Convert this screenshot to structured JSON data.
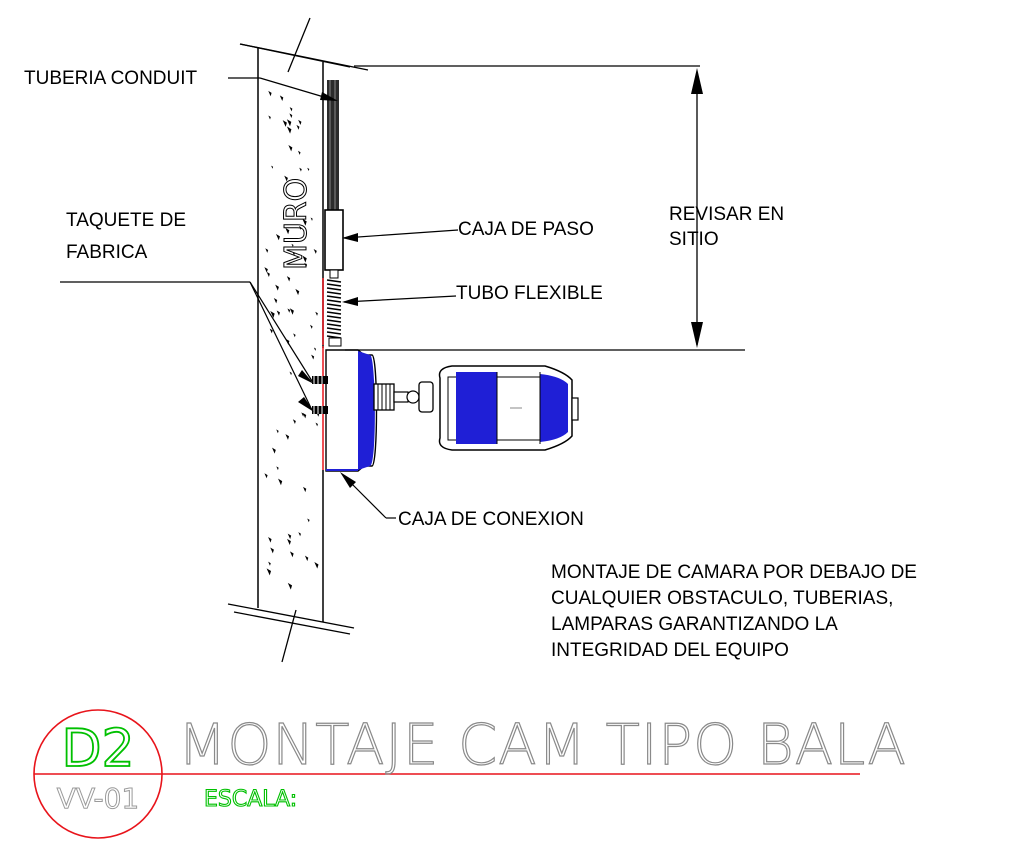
{
  "labels": {
    "tuberia_conduit": "TUBERIA CONDUIT",
    "taquete_line1": "TAQUETE DE",
    "taquete_line2": "FABRICA",
    "caja_de_paso": "CAJA DE PASO",
    "tubo_flexible": "TUBO FLEXIBLE",
    "revisar_line1": "REVISAR EN",
    "revisar_line2": "SITIO",
    "caja_de_conexion": "CAJA DE CONEXION",
    "muro": "MURO"
  },
  "note": {
    "line1": "MONTAJE DE CAMARA POR DEBAJO DE",
    "line2": "CUALQUIER OBSTACULO, TUBERIAS,",
    "line3": "LAMPARAS GARANTIZANDO LA",
    "line4": "INTEGRIDAD DEL EQUIPO"
  },
  "title_block": {
    "detail_code": "D2",
    "sheet_code": "VV-01",
    "title": "MONTAJE CAM TIPO BALA",
    "scale_label": "ESCALA:"
  },
  "colors": {
    "camera_blue": "#1f1fd6",
    "title_red": "#e8141b",
    "code_green": "#00c000",
    "flex_red": "#e8141b"
  }
}
